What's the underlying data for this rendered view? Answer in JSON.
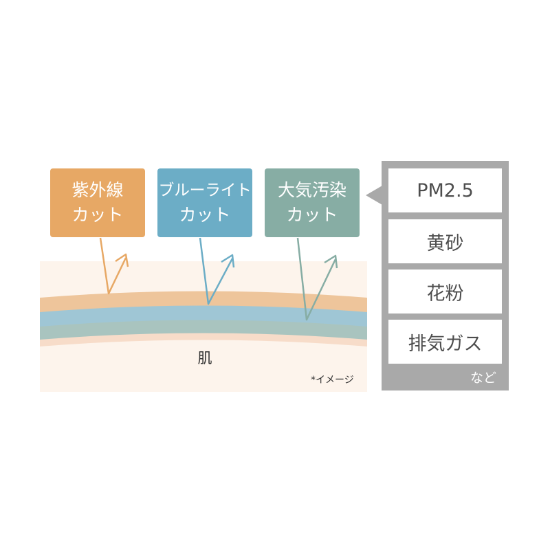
{
  "boxes": {
    "uv": {
      "line1": "紫外線",
      "line2": "カット"
    },
    "bluelight": {
      "line1": "ブルーライト",
      "line2": "カット"
    },
    "pollution": {
      "line1": "大気汚染",
      "line2": "カット"
    }
  },
  "pollutants": {
    "items": [
      "PM2.5",
      "黄砂",
      "花粉",
      "排気ガス"
    ],
    "footer": "など"
  },
  "skin_label": "肌",
  "note": "*イメージ",
  "colors": {
    "uv": "#e7a865",
    "bluelight": "#6cadc6",
    "pollution": "#87ada4",
    "panel": "#a9a9a9",
    "skin": "#fdf4ec"
  }
}
